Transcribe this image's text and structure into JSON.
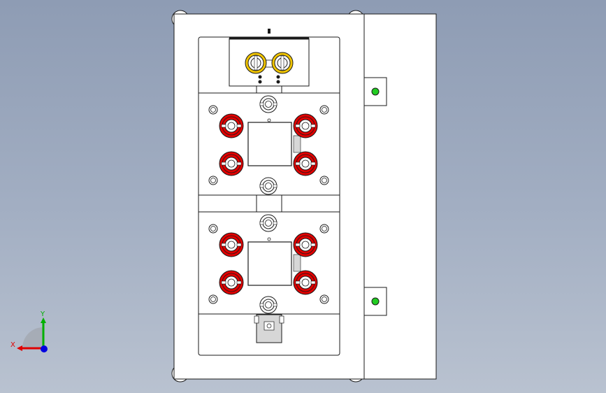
{
  "triad": {
    "x_label": "X",
    "y_label": "Y"
  },
  "colors": {
    "background_top": "#8e9cb4",
    "background_bottom": "#b9c2d0",
    "part_face": "#ffffff",
    "edge": "#1a1a1a",
    "grey_face": "#d7d7d7",
    "red_bushing": "#e00000",
    "yellow_coupler": "#f0c400",
    "green_indicator": "#22cc22",
    "axis_x": "#e00000",
    "axis_y": "#00b000",
    "axis_z": "#0000e0"
  },
  "model": {
    "red_bushing_count": 8,
    "yellow_coupler_count": 2,
    "green_indicator_count": 2,
    "station_count": 2
  }
}
